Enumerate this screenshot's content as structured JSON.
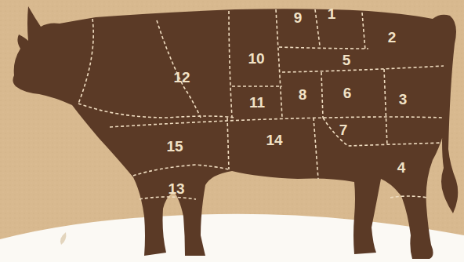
{
  "diagram": {
    "labels": [
      "9",
      "1",
      "2",
      "10",
      "5",
      "12",
      "11",
      "8",
      "6",
      "3",
      "7",
      "14",
      "15",
      "4",
      "13"
    ]
  }
}
